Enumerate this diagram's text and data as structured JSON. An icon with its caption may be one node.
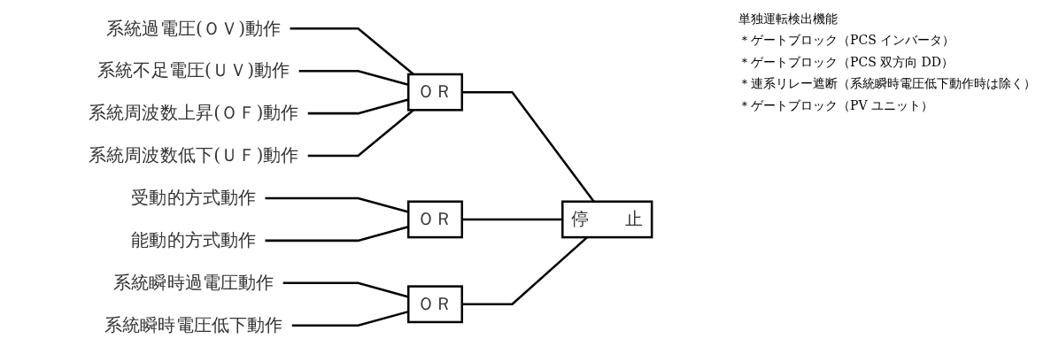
{
  "diagram": {
    "nodes": [
      {
        "text": [
          "系統過電圧(ＯＶ)動作"
        ]
      },
      {
        "text": [
          "系統不足電圧(ＵＶ)動作"
        ]
      },
      {
        "text": [
          "系統周波数上昇(ＯＦ)動作"
        ]
      },
      {
        "text": [
          "系統周波数低下(ＵＦ)動作"
        ]
      },
      {
        "text": [
          "ＯＲ"
        ]
      },
      {
        "text": [
          "受動的方式動作"
        ]
      },
      {
        "text": [
          "能動的方式動作"
        ]
      },
      {
        "text": [
          "ＯＲ"
        ]
      },
      {
        "text": [
          "系統瞬時過電圧動作"
        ]
      },
      {
        "text": [
          "系統瞬時電圧低下動作"
        ]
      },
      {
        "text": [
          "ＯＲ"
        ]
      },
      {
        "text": [
          "停　　止"
        ],
        "beside": [
          "＊ゲートブロック（PCS インバータ）",
          "＊ゲートブロック（PCS 双方向 DD）",
          "＊連系リレー遮断（系統瞬時電圧低下動作時は除く）",
          "＊ゲートブロック（PV ユニット）"
        ]
      }
    ],
    "edges": [
      {
        "from": 0,
        "to": 4,
        "arrow": "none"
      },
      {
        "from": 1,
        "to": 4,
        "arrow": "none"
      },
      {
        "from": 2,
        "to": 4,
        "arrow": "none"
      },
      {
        "from": 3,
        "to": 4,
        "arrow": "none"
      },
      {
        "from": 5,
        "to": 7,
        "arrow": "none"
      },
      {
        "from": 6,
        "to": 7,
        "arrow": "none"
      },
      {
        "from": 8,
        "to": 10,
        "arrow": "none"
      },
      {
        "from": 9,
        "to": 10,
        "arrow": "none"
      },
      {
        "from": 4,
        "to": 11,
        "arrow": "none"
      },
      {
        "from": 7,
        "to": 11,
        "arrow": "none"
      },
      {
        "from": 10,
        "to": 11,
        "arrow": "none"
      }
    ],
    "labels": [
      "単独運転検出機能"
    ]
  }
}
